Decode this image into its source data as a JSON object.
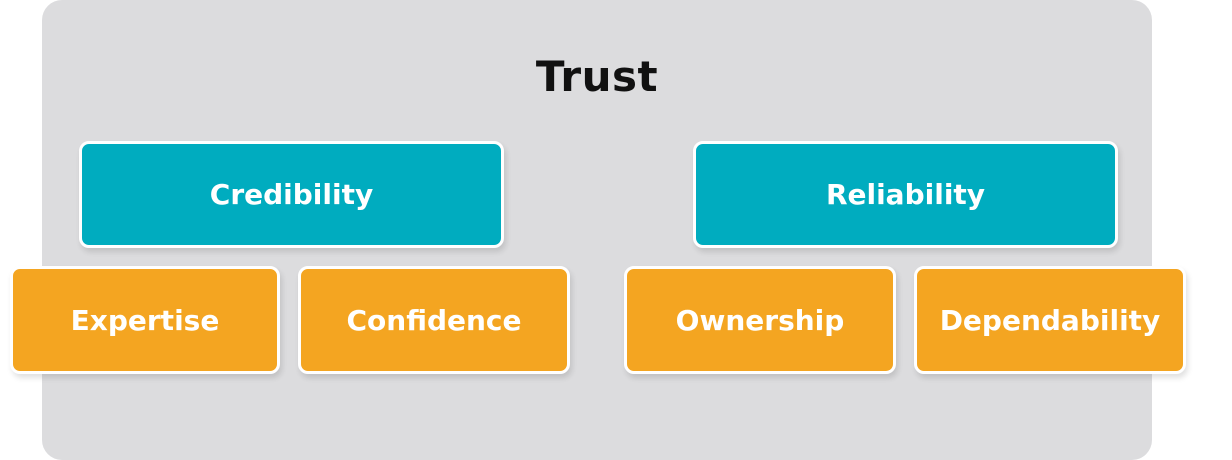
{
  "diagram": {
    "title": "Trust",
    "colors": {
      "panel": "#dcdcde",
      "primary": "#00acbf",
      "secondary": "#f4a521",
      "title_text": "#111111",
      "box_text": "#ffffff"
    },
    "pillars": [
      {
        "label": "Credibility",
        "children": [
          {
            "label": "Expertise"
          },
          {
            "label": "Confidence"
          }
        ]
      },
      {
        "label": "Reliability",
        "children": [
          {
            "label": "Ownership"
          },
          {
            "label": "Dependability"
          }
        ]
      }
    ]
  }
}
